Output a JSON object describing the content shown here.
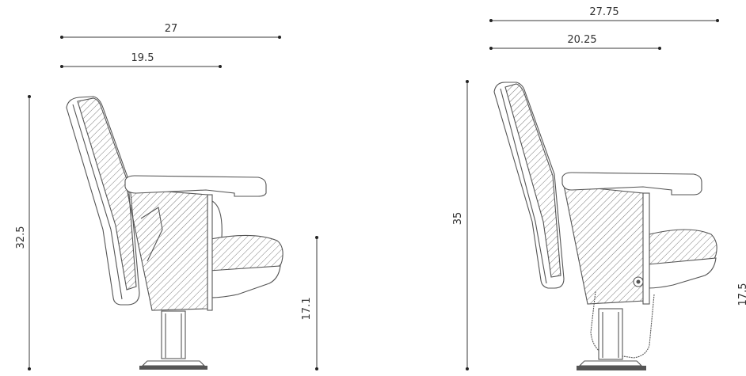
{
  "diagram": {
    "left_chair": {
      "overall_depth": "27",
      "seat_depth": "19.5",
      "overall_height": "32.5",
      "seat_height": "17.1"
    },
    "right_chair": {
      "overall_depth": "27.75",
      "seat_depth": "20.25",
      "overall_height": "35",
      "seat_height": "17.5"
    }
  },
  "colors": {
    "line": "#3a3a3a",
    "hatch": "#7a7a7a",
    "background": "#ffffff"
  }
}
